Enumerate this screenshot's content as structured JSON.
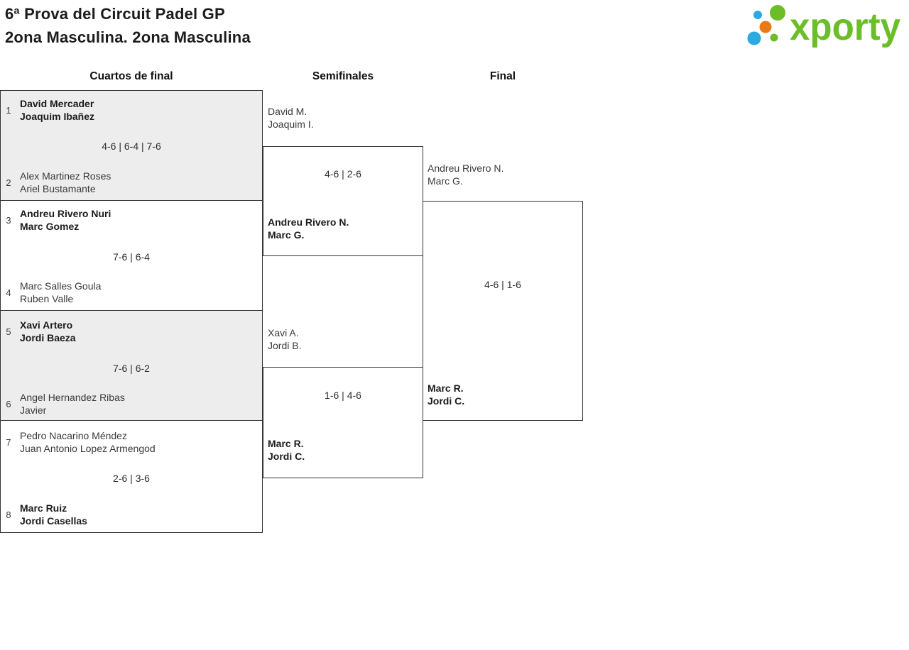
{
  "title": {
    "line1": "6ª Prova del Circuit Padel GP",
    "line2": "2ona Masculina. 2ona Masculina"
  },
  "logo": {
    "brand": "xporty"
  },
  "round_headers": {
    "quarterfinals": "Cuartos de final",
    "semifinals": "Semifinales",
    "final": "Final"
  },
  "colors": {
    "brand_green": "#6cbe28",
    "brand_blue": "#29aae1",
    "brand_orange": "#e87a16",
    "box_fill_gray": "#ededed",
    "line": "#333333",
    "winner_text": "#1b1b1b",
    "regular_text": "#3a3a3a"
  },
  "quarterfinals": [
    {
      "seed1": "1",
      "team1_line1": "David Mercader",
      "team1_line2": "Joaquim Ibañez",
      "score": "4-6 | 6-4 | 7-6",
      "seed2": "2",
      "team2_line1": "Alex Martinez Roses",
      "team2_line2": "Ariel Bustamante"
    },
    {
      "seed1": "3",
      "team1_line1": "Andreu Rivero Nuri",
      "team1_line2": "Marc Gomez",
      "score": "7-6 | 6-4",
      "seed2": "4",
      "team2_line1": "Marc Salles Goula",
      "team2_line2": "Ruben Valle"
    },
    {
      "seed1": "5",
      "team1_line1": "Xavi Artero",
      "team1_line2": "Jordi Baeza",
      "score": "7-6 | 6-2",
      "seed2": "6",
      "team2_line1": "Angel Hernandez Ribas",
      "team2_line2": "Javier"
    },
    {
      "seed1": "7",
      "team1_line1": "Pedro Nacarino Méndez",
      "team1_line2": "Juan Antonio Lopez Armengod",
      "score": "2-6 | 3-6",
      "seed2": "8",
      "team2_line1": "Marc Ruiz",
      "team2_line2": "Jordi Casellas"
    }
  ],
  "semifinals": [
    {
      "team1_line1": "David M.",
      "team1_line2": "Joaquim I.",
      "score": "4-6 | 2-6",
      "team2_line1": "Andreu Rivero N.",
      "team2_line2": "Marc G."
    },
    {
      "team1_line1": "Xavi A.",
      "team1_line2": "Jordi B.",
      "score": "1-6 | 4-6",
      "team2_line1": "Marc R.",
      "team2_line2": "Jordi C."
    }
  ],
  "final": {
    "team1_line1": "Andreu Rivero N.",
    "team1_line2": "Marc G.",
    "score": "4-6 | 1-6",
    "team2_line1": "Marc R.",
    "team2_line2": "Jordi C."
  }
}
